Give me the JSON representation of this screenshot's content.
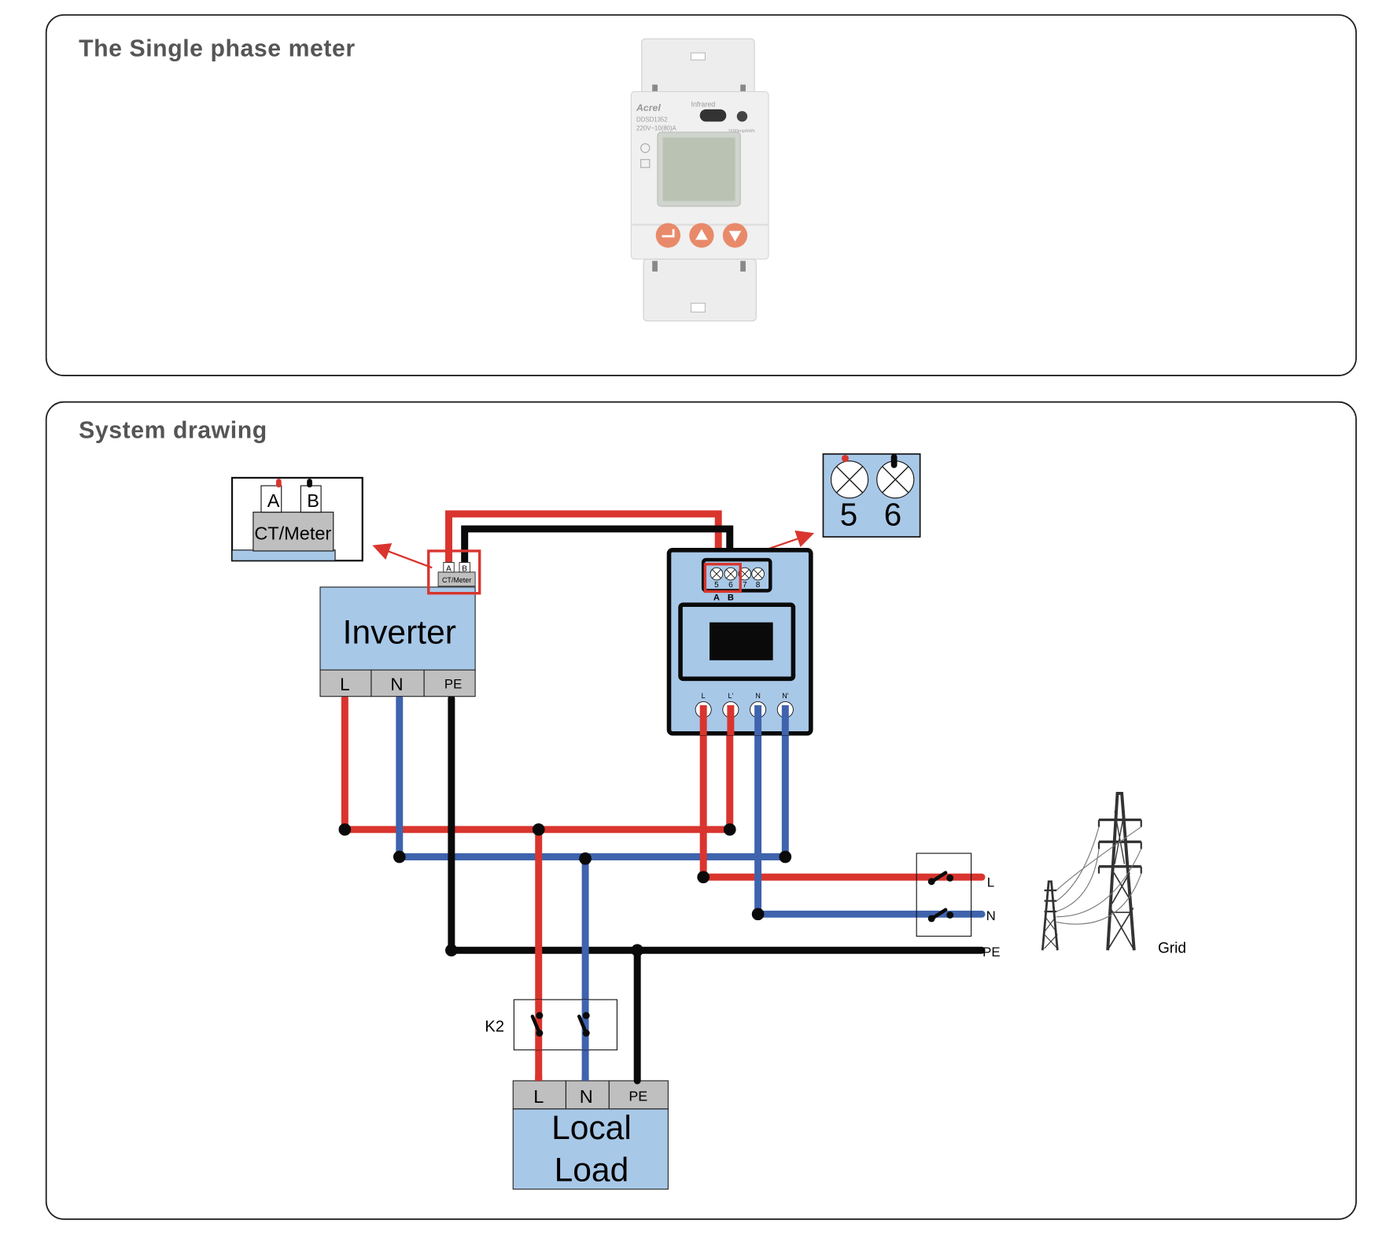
{
  "panels": {
    "meter_photo": {
      "title": "The Single phase meter",
      "device": {
        "brand": "Acrel",
        "model": "DDSD1352",
        "rating": "220V~10(80)A",
        "port_label": "Infrared",
        "impulse": "1600imp/kWh",
        "buttons": [
          "enter",
          "up",
          "down"
        ]
      }
    },
    "system": {
      "title": "System drawing"
    }
  },
  "diagram": {
    "colors": {
      "live": "#d9352e",
      "neutral": "#3f63ad",
      "earth": "#0a0a0a",
      "box_fill": "#a8c8e8",
      "terminal_fill": "#bfbfbf",
      "highlight": "#d9352e"
    },
    "ct_detail": {
      "a": "A",
      "b": "B",
      "label": "CT/Meter"
    },
    "inverter": {
      "label": "Inverter",
      "terminals": [
        "L",
        "N",
        "PE"
      ],
      "port": {
        "a": "A",
        "b": "B",
        "label": "CT/Meter"
      }
    },
    "meter_detail": {
      "t5": "5",
      "t6": "6"
    },
    "meter": {
      "top_terminals": [
        "5",
        "6",
        "7",
        "8"
      ],
      "ab": {
        "a": "A",
        "b": "B"
      },
      "bottom_terminals": [
        "L",
        "L'",
        "N",
        "N'"
      ]
    },
    "grid_switch": {
      "l": "L",
      "n": "N",
      "pe": "PE"
    },
    "grid_label": "Grid",
    "k2_label": "K2",
    "load": {
      "line1": "Local",
      "line2": "Load",
      "terminals": [
        "L",
        "N",
        "PE"
      ]
    }
  }
}
